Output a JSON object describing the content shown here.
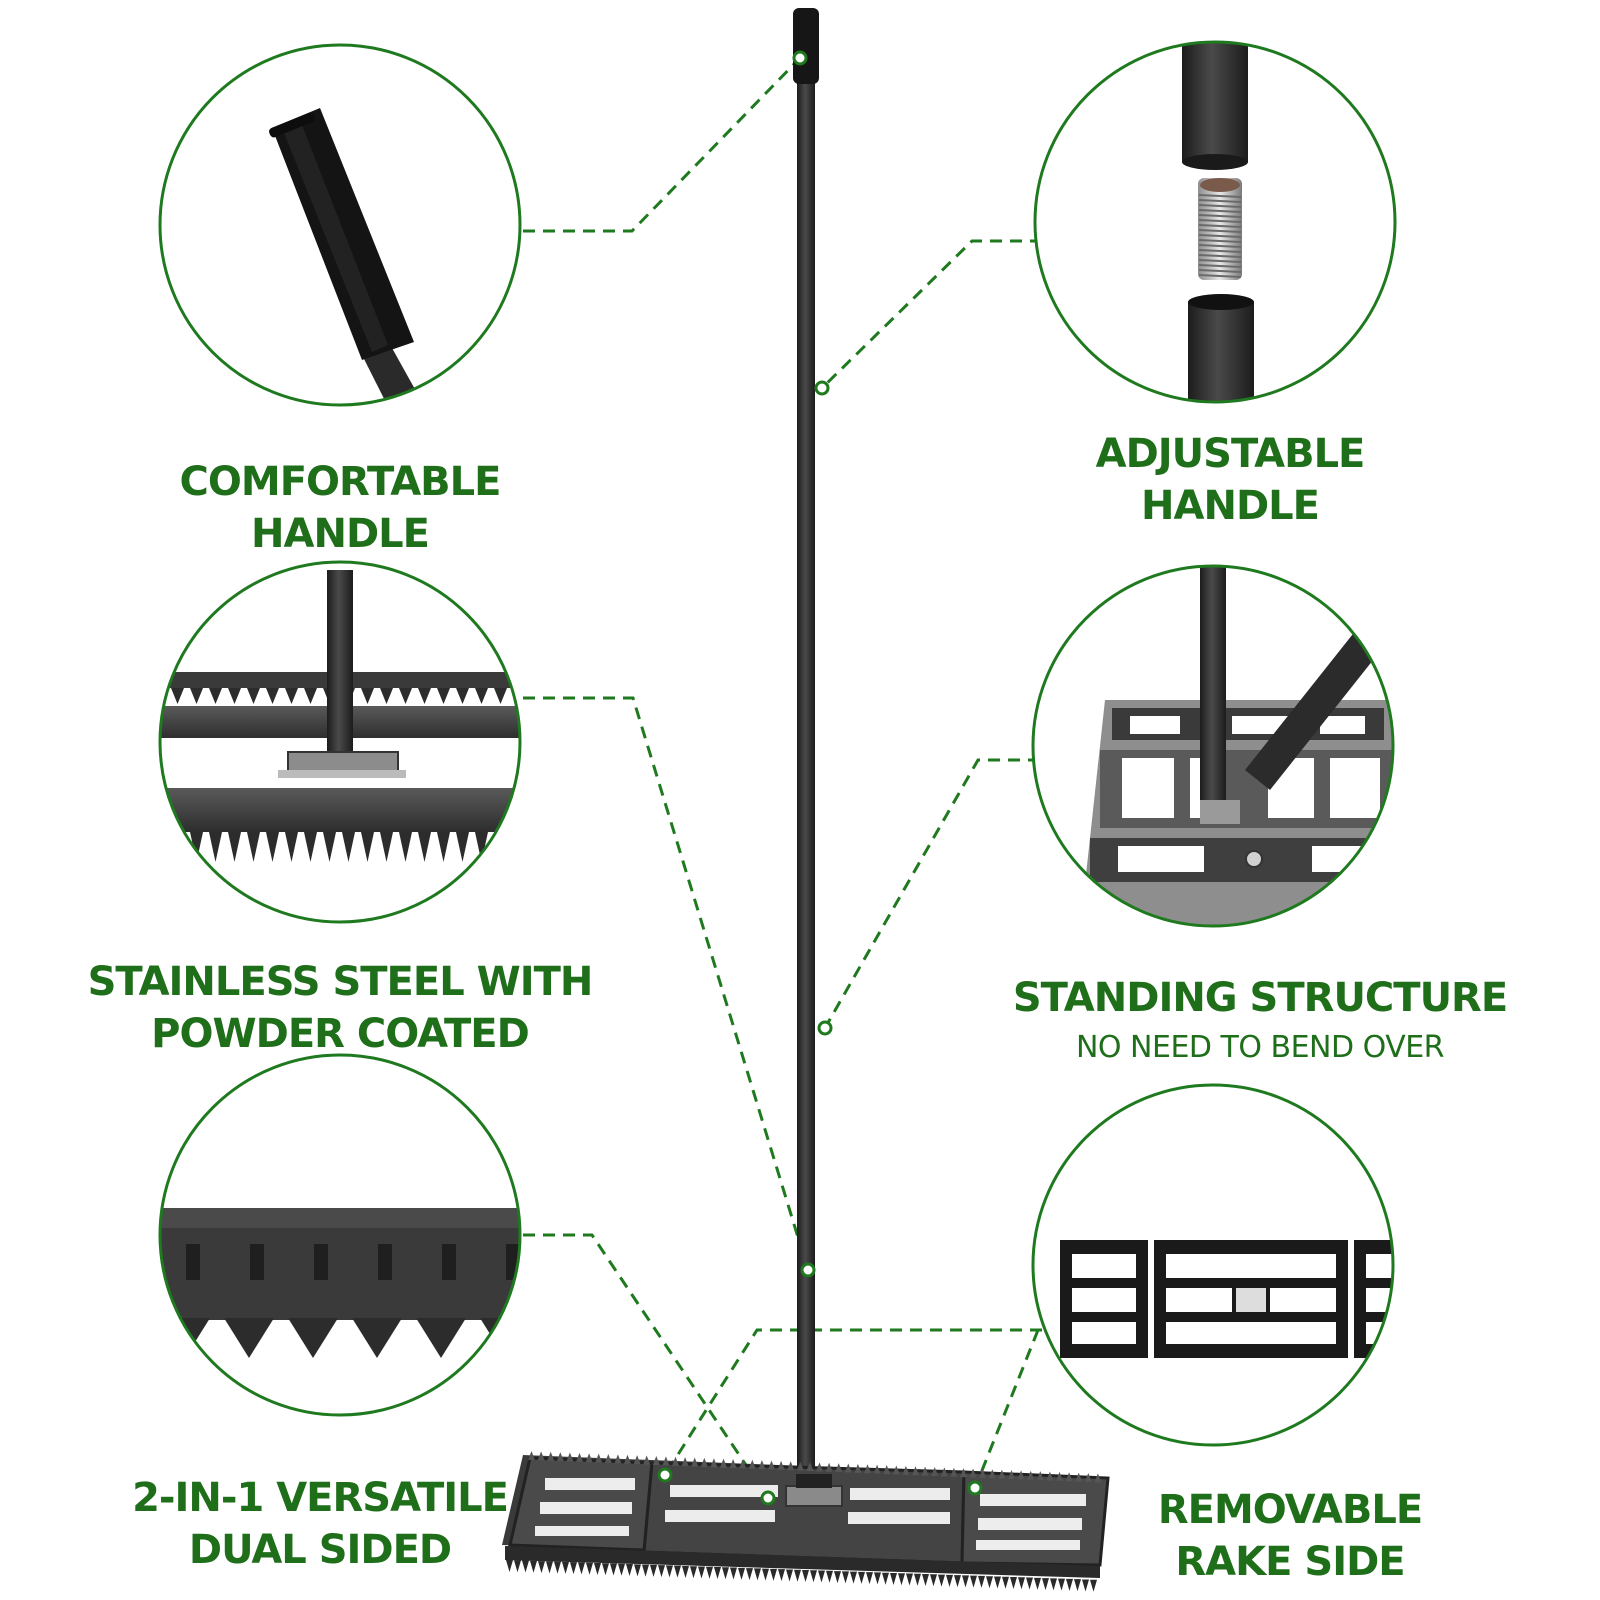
{
  "colors": {
    "accent_green": "#1f7a1f",
    "label_green": "#1e6e1a",
    "product_black": "#2b2b2b"
  },
  "features": {
    "comfortable_handle": {
      "line1": "COMFORTABLE",
      "line2": "HANDLE",
      "icon": "foam-grip-icon"
    },
    "adjustable_handle": {
      "line1": "ADJUSTABLE",
      "line2": "HANDLE",
      "icon": "threaded-connector-icon"
    },
    "stainless_steel": {
      "line1": "STAINLESS STEEL WITH",
      "line2": "POWDER COATED",
      "icon": "rake-teeth-icon"
    },
    "standing_structure": {
      "line1": "STANDING STRUCTURE",
      "subtitle": "NO NEED TO BEND OVER",
      "icon": "standing-frame-icon"
    },
    "dual_sided": {
      "line1": "2-IN-1 VERSATILE",
      "line2": "DUAL SIDED",
      "icon": "large-teeth-icon"
    },
    "removable_rake": {
      "line1": "REMOVABLE",
      "line2": "RAKE SIDE",
      "icon": "rake-sections-icon"
    }
  }
}
